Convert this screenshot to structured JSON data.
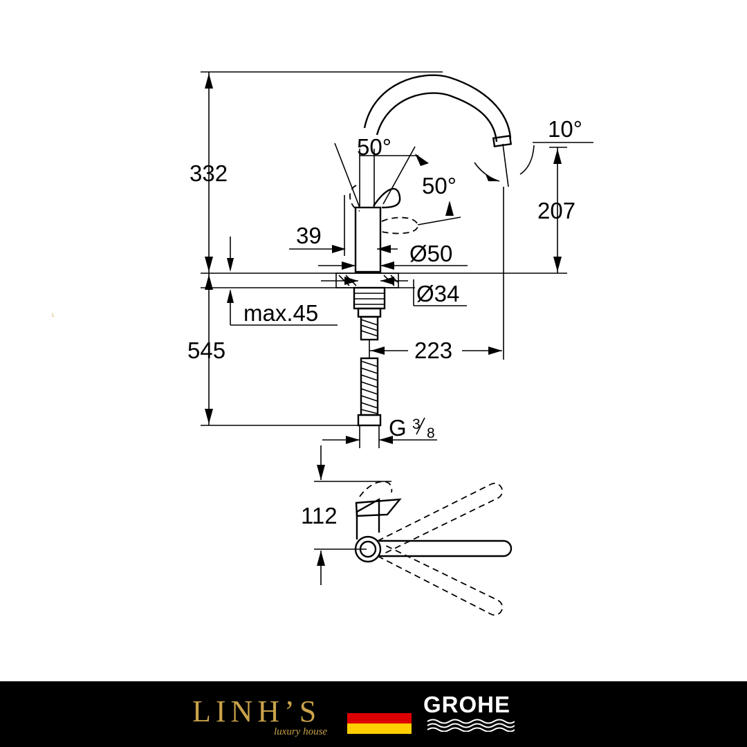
{
  "diagram": {
    "dimensions": {
      "height_total": "332",
      "spout_angle": "10°",
      "lever_angle_left": "50°",
      "lever_angle_right": "50°",
      "spout_height": "207",
      "lever_offset": "39",
      "body_diameter": "Ø50",
      "hole_diameter": "Ø34",
      "max_thickness": "max.45",
      "hose_length": "545",
      "spout_reach": "223",
      "connection_thread": "G",
      "thread_num": "3",
      "thread_den": "8",
      "plan_depth": "112"
    }
  },
  "footer": {
    "brand_name": "LINH’S",
    "brand_tagline": "luxury house",
    "partner_logo": "GROHE",
    "flag_colors": [
      "#000000",
      "#dd0000",
      "#ffce00"
    ]
  },
  "colors": {
    "background": "#ffffff",
    "footer_bg": "#000000",
    "brand_gold": "#c9a24a"
  }
}
